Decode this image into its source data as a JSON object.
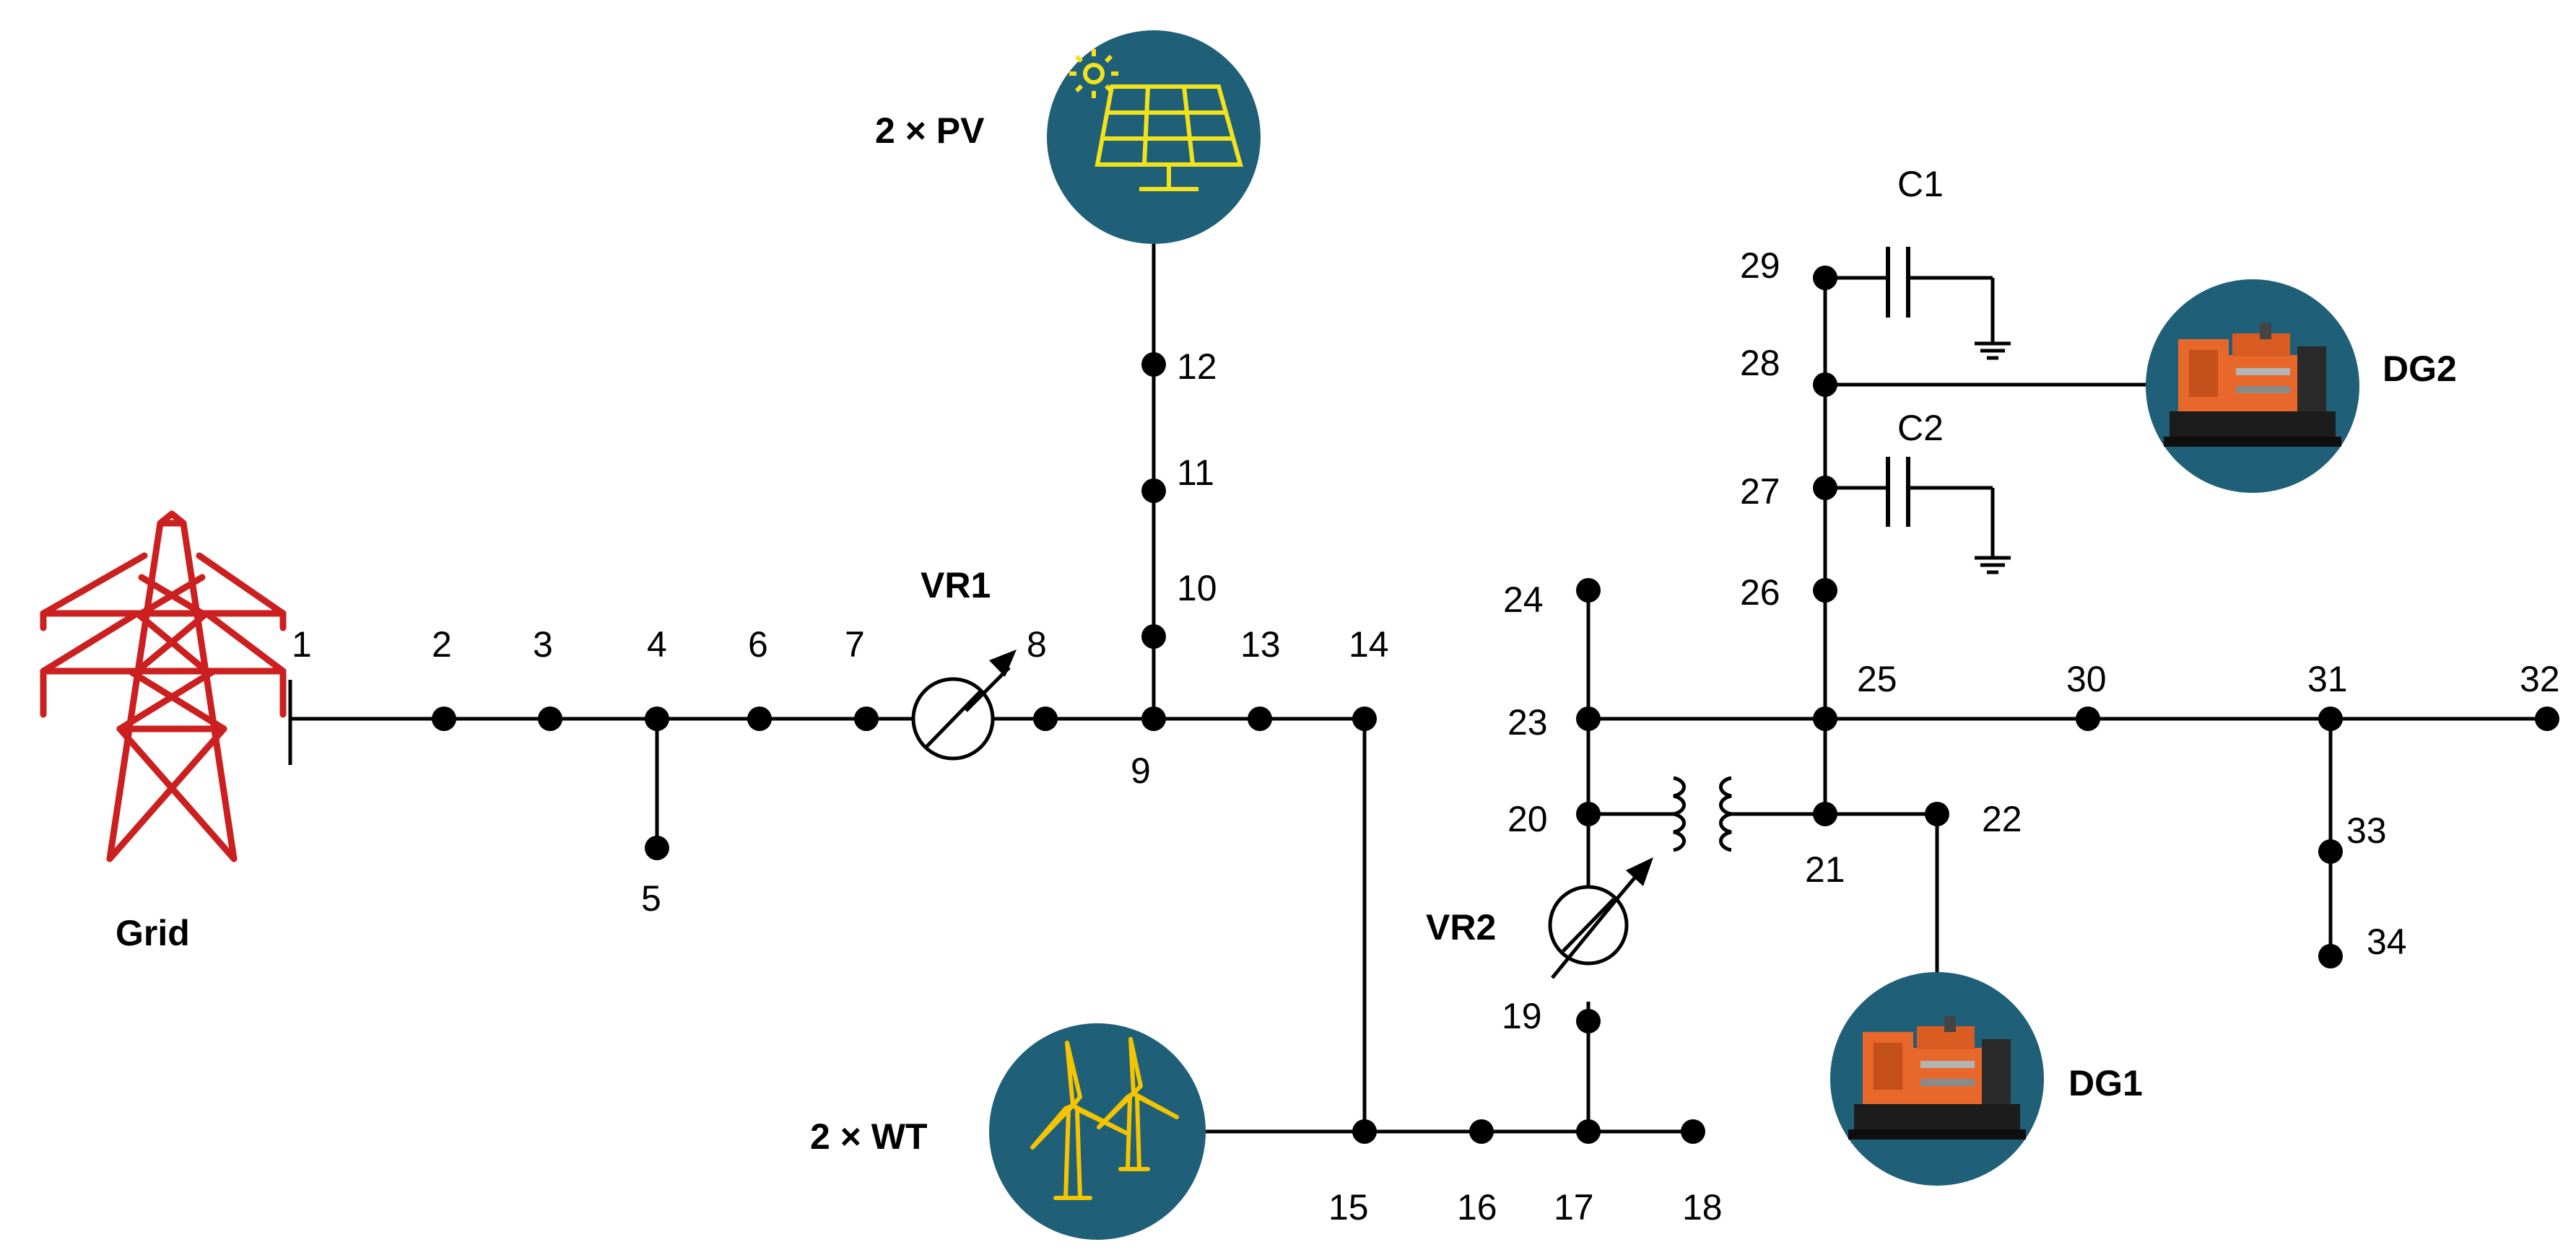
{
  "sources": {
    "grid_label": "Grid",
    "pv_label": "2 × PV",
    "wt_label": "2 × WT",
    "dg1_label": "DG1",
    "dg2_label": "DG2"
  },
  "regulators": {
    "vr1": "VR1",
    "vr2": "VR2"
  },
  "capacitors": {
    "c1": "C1",
    "c2": "C2"
  },
  "buses": [
    "1",
    "2",
    "3",
    "4",
    "5",
    "6",
    "7",
    "8",
    "9",
    "10",
    "11",
    "12",
    "13",
    "14",
    "15",
    "16",
    "17",
    "18",
    "19",
    "20",
    "21",
    "22",
    "23",
    "24",
    "25",
    "26",
    "27",
    "28",
    "29",
    "30",
    "31",
    "32",
    "33",
    "34"
  ],
  "colors": {
    "tower": "#cc1f1f",
    "disc": "#1f5f78",
    "pv": "#f2e21c",
    "wind": "#f5c400",
    "generator": "#e8672a"
  },
  "icons": {
    "grid": "transmission-tower-icon",
    "pv": "solar-panel-icon",
    "wt": "wind-turbine-icon",
    "dg": "diesel-generator-icon",
    "vr": "voltage-regulator-icon",
    "cap": "capacitor-icon",
    "gnd": "ground-icon",
    "xfmr": "transformer-icon"
  }
}
